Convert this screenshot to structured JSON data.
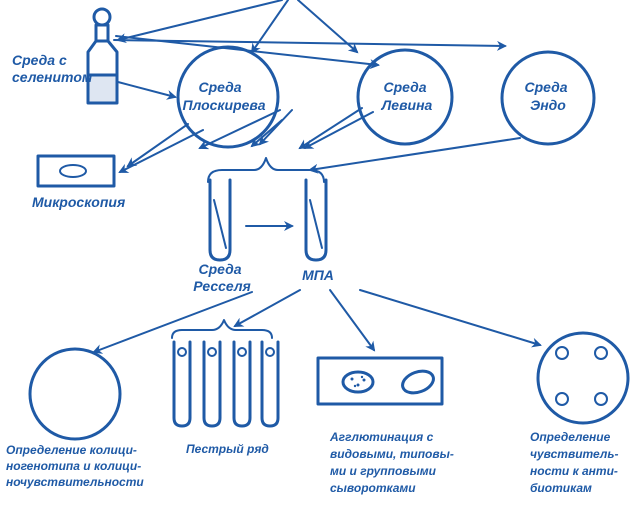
{
  "colors": {
    "ink": "#1f5aa6",
    "background": "#ffffff"
  },
  "labels": {
    "selenite_medium": [
      "Среда с",
      "селенитом"
    ],
    "ploskirev_medium": [
      "Среда",
      "Плоскирева"
    ],
    "levin_medium": [
      "Среда",
      "Левина"
    ],
    "endo_medium": [
      "Среда",
      "Эндо"
    ],
    "microscopy": "Микроскопия",
    "ressel_medium": [
      "Среда",
      "Ресселя"
    ],
    "mpa": "МПА",
    "colicinogenotype": [
      "Определение колици-",
      "ногенотипа и колици-",
      "ночувствительности"
    ],
    "variegated_series": "Пестрый ряд",
    "agglutination": [
      "Агглютинация с",
      "видовыми, типовы-",
      "ми и групповыми",
      "сыворотками"
    ],
    "antibiotic_sensitivity": [
      "Определение",
      "чувствитель-",
      "ности к анти-",
      "биотикам"
    ]
  }
}
